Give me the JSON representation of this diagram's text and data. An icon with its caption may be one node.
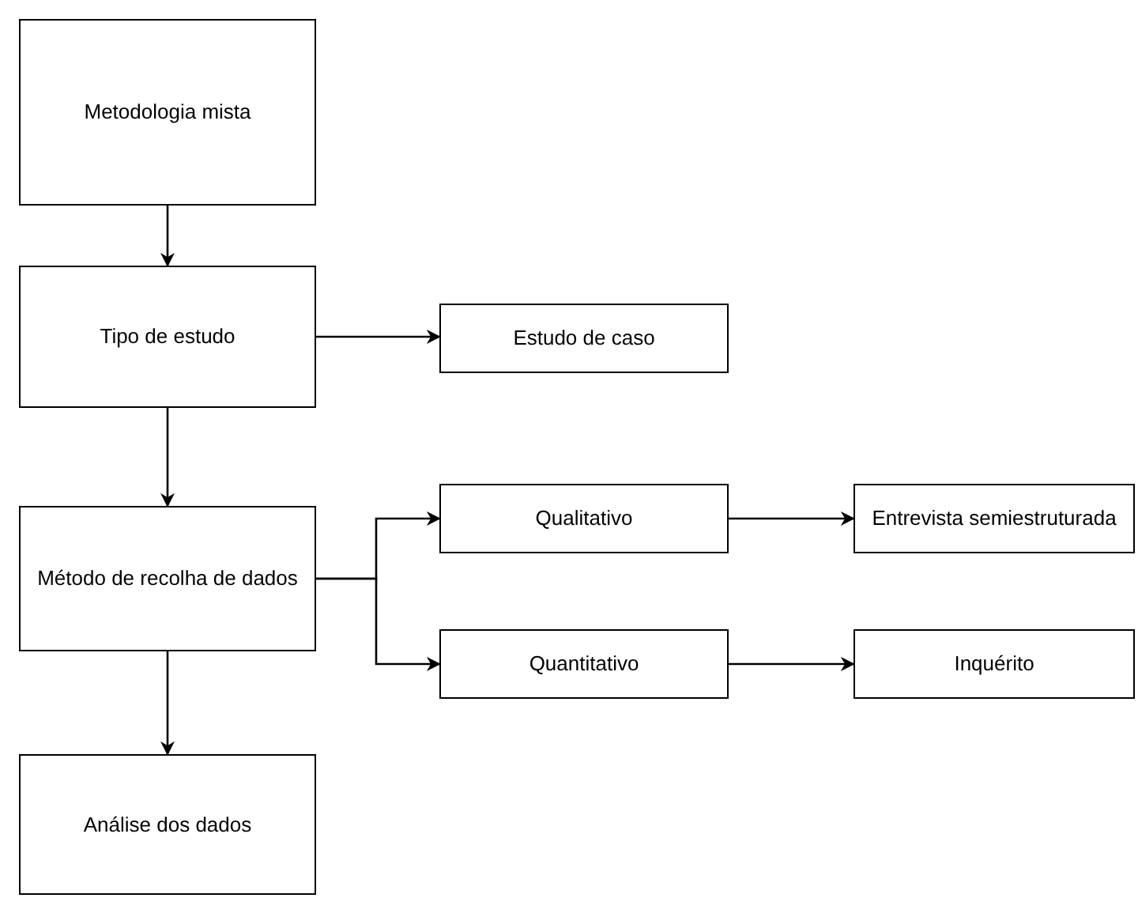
{
  "diagram": {
    "nodes": [
      {
        "text": [
          "Metodologia mista"
        ]
      },
      {
        "text": [
          "Tipo de estudo"
        ]
      },
      {
        "text": [
          "Estudo de caso"
        ]
      },
      {
        "text": [
          "Método de recolha de dados"
        ]
      },
      {
        "text": [
          "Qualitativo"
        ]
      },
      {
        "text": [
          "Entrevista semiestruturada"
        ]
      },
      {
        "text": [
          "Quantitativo"
        ]
      },
      {
        "text": [
          "Inquérito"
        ]
      },
      {
        "text": [
          "Análise dos dados"
        ]
      }
    ],
    "edges": [
      {
        "from": 0,
        "to": 1,
        "arrow": "to"
      },
      {
        "from": 1,
        "to": 2,
        "arrow": "to"
      },
      {
        "from": 1,
        "to": 3,
        "arrow": "to"
      },
      {
        "from": 3,
        "to": 4,
        "arrow": "to"
      },
      {
        "from": 3,
        "to": 6,
        "arrow": "to"
      },
      {
        "from": 4,
        "to": 5,
        "arrow": "to"
      },
      {
        "from": 6,
        "to": 7,
        "arrow": "to"
      },
      {
        "from": 3,
        "to": 8,
        "arrow": "to"
      }
    ]
  }
}
